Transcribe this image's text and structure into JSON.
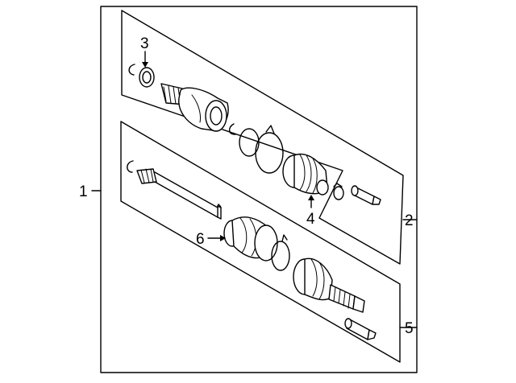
{
  "diagram": {
    "callouts": [
      {
        "id": "c1",
        "label": "1"
      },
      {
        "id": "c2",
        "label": "2"
      },
      {
        "id": "c3",
        "label": "3"
      },
      {
        "id": "c4",
        "label": "4"
      },
      {
        "id": "c5",
        "label": "5"
      },
      {
        "id": "c6",
        "label": "6"
      }
    ]
  }
}
